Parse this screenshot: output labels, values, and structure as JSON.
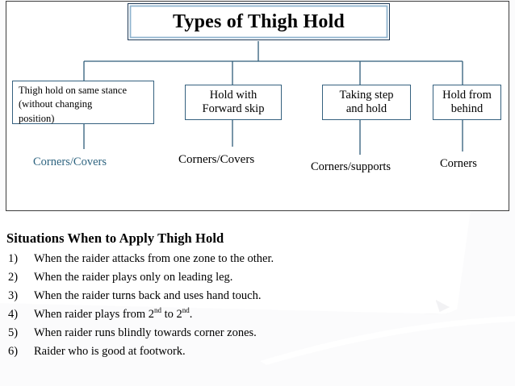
{
  "slide": {
    "title": "Types of Thigh Hold",
    "nodes": [
      {
        "label": "Thigh hold on same stance (without changing position)",
        "leaf": "Corners/Covers",
        "leaf_color": "#2e6480"
      },
      {
        "label": "Hold with Forward skip",
        "leaf": "Corners/Covers",
        "leaf_color": "#000000"
      },
      {
        "label": "Taking step and hold",
        "leaf": "Corners/supports",
        "leaf_color": "#000000"
      },
      {
        "label": "Hold from behind",
        "leaf": "Corners",
        "leaf_color": "#000000"
      }
    ],
    "node_lines": {
      "n1_l1": "Thigh hold on same stance",
      "n1_l2": "(without changing",
      "n1_l3": "position)",
      "n2_l1": "Hold with",
      "n2_l2": "Forward skip",
      "n3_l1": "Taking step",
      "n3_l2": "and hold",
      "n4_l1": "Hold from",
      "n4_l2": "behind"
    },
    "bottom": {
      "heading": "Situations When to Apply Thigh Hold",
      "items": [
        {
          "num": "1)",
          "text": "When the raider attacks from one zone to the other."
        },
        {
          "num": "2)",
          "text": "When the raider plays only on leading leg."
        },
        {
          "num": "3)",
          "text": "When the raider turns back and uses hand touch."
        },
        {
          "num": "4)",
          "text": "When raider plays from 2nd to 2nd.",
          "rich": true,
          "pre": "When raider plays from 2",
          "sup1": "nd",
          "mid": " to 2",
          "sup2": "nd",
          "post": "."
        },
        {
          "num": "5)",
          "text": "When raider runs blindly towards corner zones."
        },
        {
          "num": "6)",
          "text": "Raider who is good at footwork."
        }
      ]
    },
    "colors": {
      "box_border": "#35617f",
      "title_border": "#1f3a57",
      "title_inner": "#8fb4cf",
      "frame_border": "#3c3c3c",
      "connector": "#2f5c79",
      "wave_solid": "#6cc2dc",
      "wave_light": "#bfe6f2",
      "wave_stroke": "#3fb3d6"
    }
  }
}
